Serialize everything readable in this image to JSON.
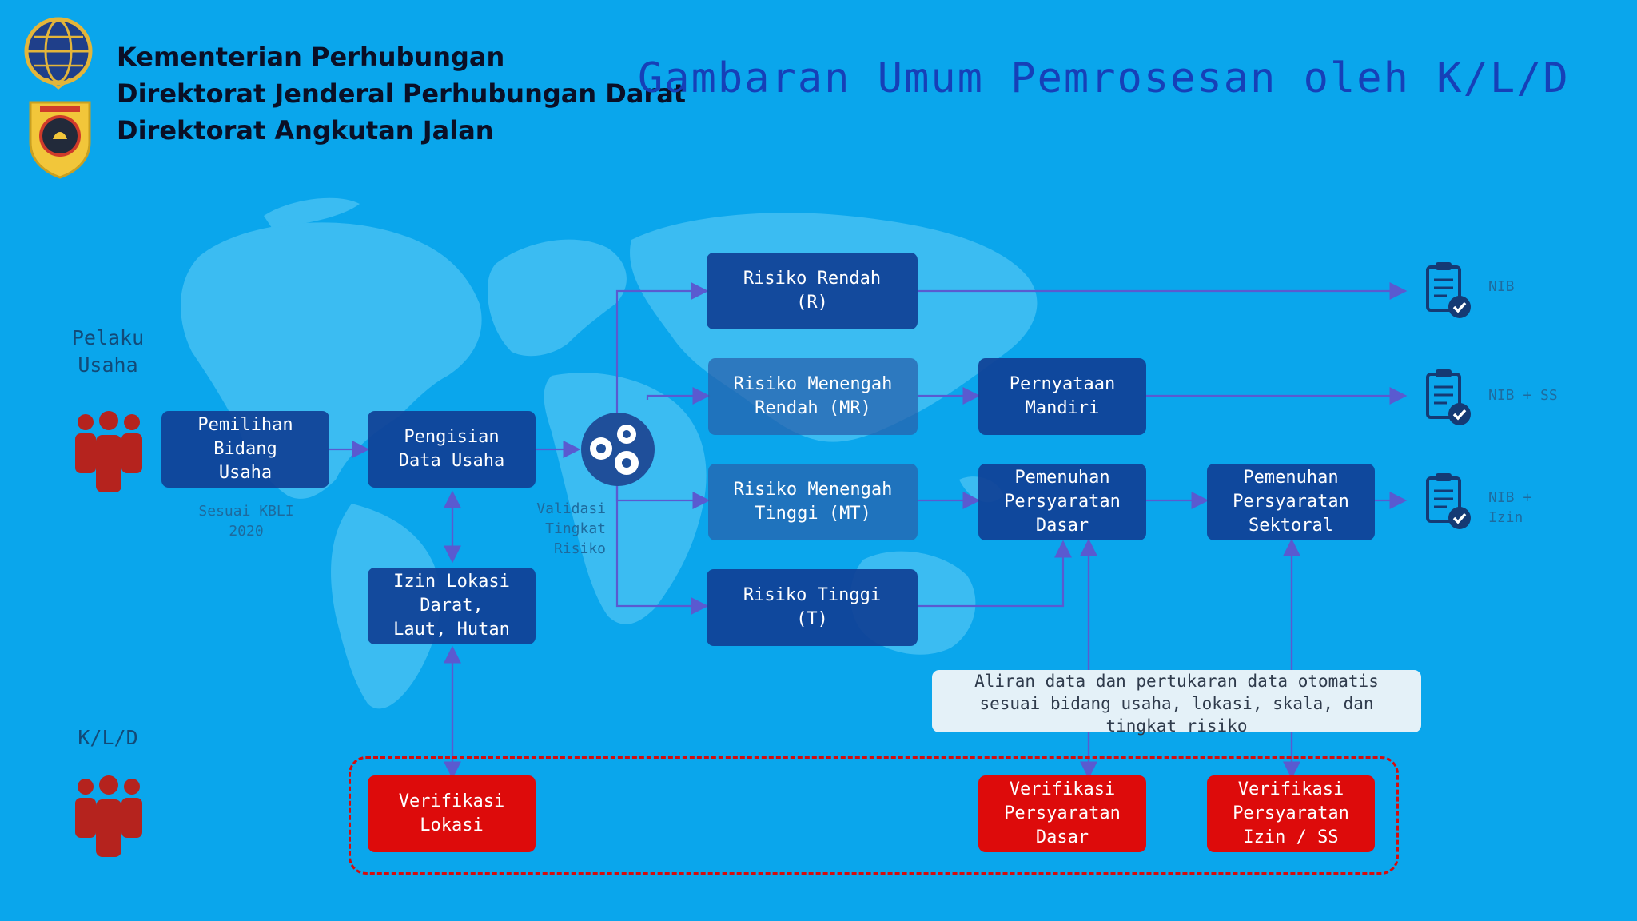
{
  "header": {
    "org_line1": "Kementerian Perhubungan",
    "org_line2": "Direktorat Jenderal Perhubungan Darat",
    "org_line3": "Direktorat Angkutan Jalan",
    "title": "Gambaran Umum Pemrosesan oleh K/L/D"
  },
  "actors": {
    "pelaku_usaha": "Pelaku\nUsaha",
    "kld": "K/L/D"
  },
  "flow": {
    "pemilihan": "Pemilihan\nBidang\nUsaha",
    "sesuai_kbli": "Sesuai KBLI\n2020",
    "pengisian": "Pengisian\nData Usaha",
    "izin_lokasi": "Izin Lokasi\nDarat,\nLaut, Hutan",
    "validasi": "Validasi\nTingkat\nRisiko",
    "risiko_rendah": "Risiko Rendah\n(R)",
    "risiko_mr": "Risiko Menengah\nRendah (MR)",
    "risiko_mt": "Risiko Menengah\nTinggi (MT)",
    "risiko_tinggi": "Risiko Tinggi\n(T)",
    "pernyataan": "Pernyataan\nMandiri",
    "pemenuhan_dasar": "Pemenuhan\nPersyaratan\nDasar",
    "pemenuhan_sektoral": "Pemenuhan\nPersyaratan\nSektoral",
    "verif_lokasi": "Verifikasi\nLokasi",
    "verif_dasar": "Verifikasi\nPersyaratan\nDasar",
    "verif_izin": "Verifikasi\nPersyaratan\nIzin / SS",
    "note": "Aliran data dan pertukaran data otomatis\nsesuai bidang usaha, lokasi, skala, dan\ntingkat risiko"
  },
  "outputs": {
    "out1": "NIB",
    "out2": "NIB + SS",
    "out3": "NIB +\nIzin"
  },
  "colors": {
    "background": "#0aa6ec",
    "box_blue": "#10408f",
    "box_red": "#dd0b0b",
    "title_blue": "#1640b8",
    "people_red": "#b5231e"
  },
  "icons": [
    "globe-emblem-icon",
    "shield-emblem-icon",
    "people-group-icon",
    "gears-icon",
    "document-check-icon"
  ]
}
